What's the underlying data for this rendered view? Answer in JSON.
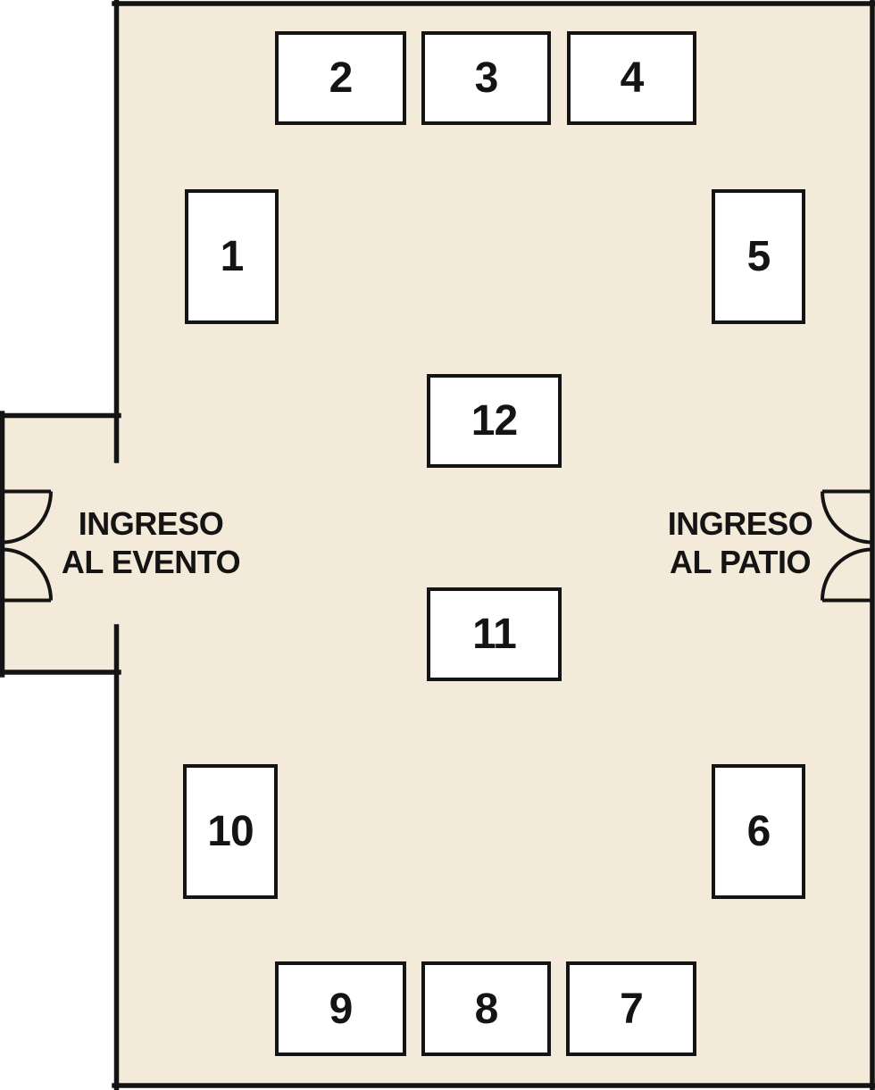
{
  "colors": {
    "floor": "#F3EAD9",
    "wall": "#141414",
    "booth_fill": "#FFFFFF",
    "label_text": "#141414"
  },
  "booths": [
    {
      "label": "1"
    },
    {
      "label": "2"
    },
    {
      "label": "3"
    },
    {
      "label": "4"
    },
    {
      "label": "5"
    },
    {
      "label": "6"
    },
    {
      "label": "7"
    },
    {
      "label": "8"
    },
    {
      "label": "9"
    },
    {
      "label": "10"
    },
    {
      "label": "11"
    },
    {
      "label": "12"
    }
  ],
  "entrances": {
    "left": {
      "line1": "INGRESO",
      "line2": "AL EVENTO"
    },
    "right": {
      "line1": "INGRESO",
      "line2": "AL PATIO"
    }
  }
}
